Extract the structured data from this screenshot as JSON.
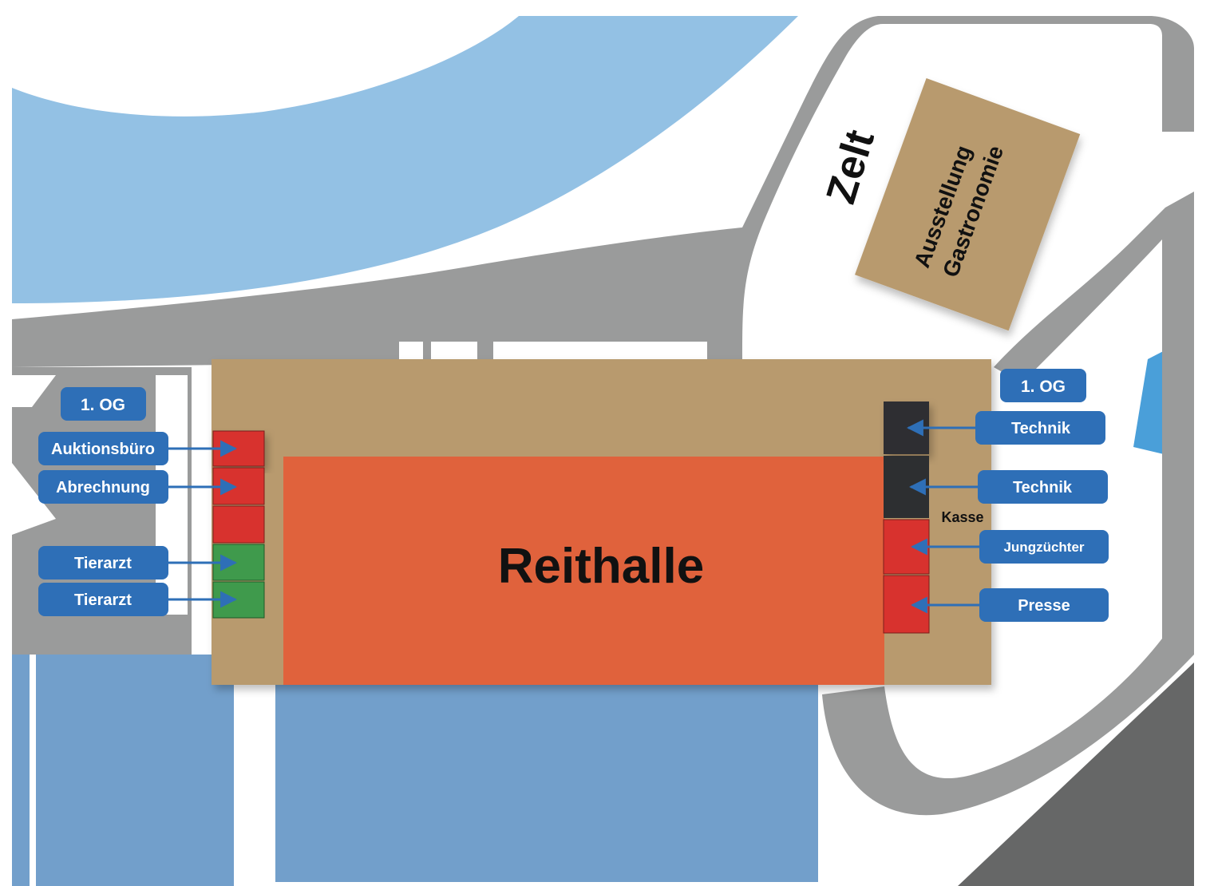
{
  "map": {
    "labels": {
      "zelt": "Zelt",
      "tent_line1": "Ausstellung",
      "tent_line2": "Gastronomie",
      "reithalle": "Reithalle",
      "kasse": "Kasse"
    },
    "badges": {
      "left_floor": "1.  OG",
      "right_floor": "1.  OG"
    },
    "callouts": {
      "auktionsbuero": "Auktionsbüro",
      "abrechnung": "Abrechnung",
      "tierarzt_1": "Tierarzt",
      "tierarzt_2": "Tierarzt",
      "technik_1": "Technik",
      "technik_2": "Technik",
      "jungzuechter": "Jungzüchter",
      "presse": "Presse"
    },
    "colors": {
      "water": "#93c1e4",
      "road": "#9a9b9b",
      "building_tan": "#b89a6e",
      "arena_orange": "#e0623c",
      "office_red": "#d8322e",
      "vet_green": "#3f9a4c",
      "tech_dark": "#2d2f31",
      "label_blue": "#2e6fb7",
      "stable_blue": "#729fcb",
      "dark_gray": "#666767"
    }
  }
}
